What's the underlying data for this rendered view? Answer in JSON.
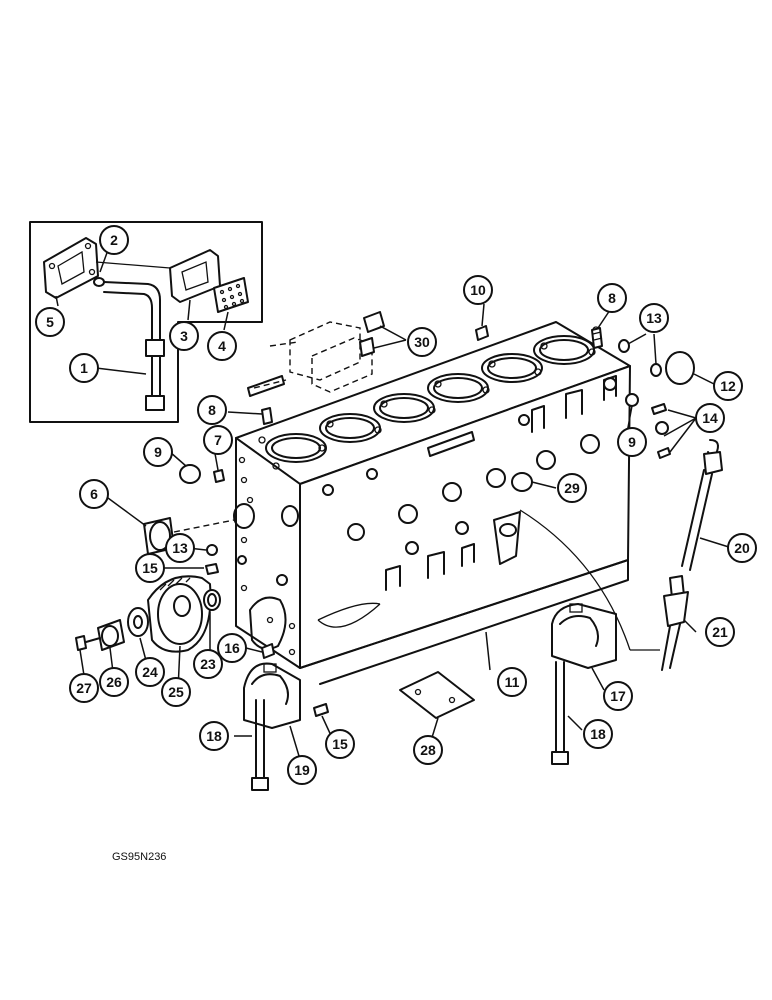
{
  "drawing_code": "GS95N236",
  "callouts": [
    {
      "id": "c1",
      "label": "1"
    },
    {
      "id": "c2",
      "label": "2"
    },
    {
      "id": "c3",
      "label": "3"
    },
    {
      "id": "c4",
      "label": "4"
    },
    {
      "id": "c5",
      "label": "5"
    },
    {
      "id": "c6",
      "label": "6"
    },
    {
      "id": "c7",
      "label": "7"
    },
    {
      "id": "c8a",
      "label": "8"
    },
    {
      "id": "c8b",
      "label": "8"
    },
    {
      "id": "c9a",
      "label": "9"
    },
    {
      "id": "c9b",
      "label": "9"
    },
    {
      "id": "c10",
      "label": "10"
    },
    {
      "id": "c11",
      "label": "11"
    },
    {
      "id": "c12",
      "label": "12"
    },
    {
      "id": "c13a",
      "label": "13"
    },
    {
      "id": "c13b",
      "label": "13"
    },
    {
      "id": "c14",
      "label": "14"
    },
    {
      "id": "c15a",
      "label": "15"
    },
    {
      "id": "c15b",
      "label": "15"
    },
    {
      "id": "c16",
      "label": "16"
    },
    {
      "id": "c17",
      "label": "17"
    },
    {
      "id": "c18a",
      "label": "18"
    },
    {
      "id": "c18b",
      "label": "18"
    },
    {
      "id": "c19",
      "label": "19"
    },
    {
      "id": "c20",
      "label": "20"
    },
    {
      "id": "c21",
      "label": "21"
    },
    {
      "id": "c23",
      "label": "23"
    },
    {
      "id": "c24",
      "label": "24"
    },
    {
      "id": "c25",
      "label": "25"
    },
    {
      "id": "c26",
      "label": "26"
    },
    {
      "id": "c27",
      "label": "27"
    },
    {
      "id": "c28",
      "label": "28"
    },
    {
      "id": "c29",
      "label": "29"
    },
    {
      "id": "c30",
      "label": "30"
    }
  ]
}
